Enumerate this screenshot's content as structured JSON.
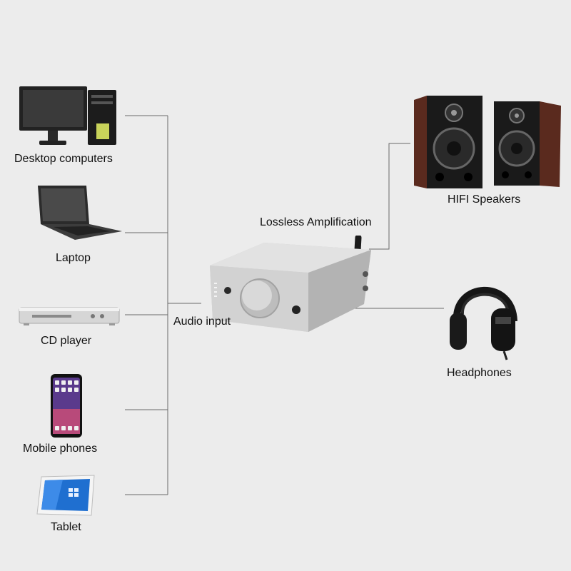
{
  "sources": [
    {
      "label": "Desktop computers",
      "icon": "desktop-computer-icon"
    },
    {
      "label": "Laptop",
      "icon": "laptop-icon"
    },
    {
      "label": "CD player",
      "icon": "cd-player-icon"
    },
    {
      "label": "Mobile phones",
      "icon": "mobile-phone-icon"
    },
    {
      "label": "Tablet",
      "icon": "tablet-icon"
    }
  ],
  "connections": {
    "audio_input": "Audio input",
    "lossless_amplification": "Lossless Amplification"
  },
  "amplifier": {
    "icon": "amplifier-icon"
  },
  "outputs": [
    {
      "label": "HIFI Speakers",
      "icon": "speakers-icon"
    },
    {
      "label": "Headphones",
      "icon": "headphones-icon"
    }
  ],
  "colors": {
    "background": "#ececec",
    "wire": "#6a6a6a",
    "amplifier": "#c9c9c9"
  }
}
